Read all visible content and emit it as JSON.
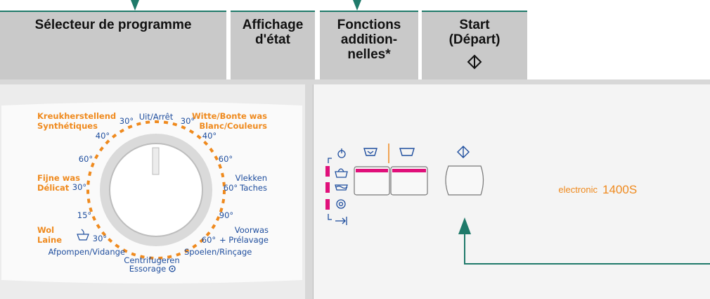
{
  "headers": [
    {
      "label": "Sélecteur de programme"
    },
    {
      "label": "Affichage\nd'état"
    },
    {
      "label": "Fonctions\naddition-\nnelles*"
    },
    {
      "label": "Start\n(Départ)"
    }
  ],
  "dial": {
    "off": "Uit/Arrêt",
    "prog_synth_nl": "Kreukherstellend",
    "prog_synth_fr": "Synthétiques",
    "prog_white_nl": "Witte/Bonte was",
    "prog_white_fr": "Blanc/Couleurs",
    "prog_fine_nl": "Fijne was",
    "prog_fine_fr": "Délicat",
    "prog_stain_nl": "Vlekken",
    "prog_stain_fr": "Taches",
    "prog_wool_nl": "Wol",
    "prog_wool_fr": "Laine",
    "prog_prewash_nl": "Voorwas",
    "prog_prewash_fr": "+ Prélavage",
    "prog_drain": "Afpompen/Vidange",
    "prog_spin_nl": "Centrifugeren",
    "prog_spin_fr": "Essorage",
    "prog_rinse": "Spoelen/Rinçage",
    "t30a": "30°",
    "t40a": "40°",
    "t60a": "60°",
    "t30b": "30°",
    "t15": "15°",
    "t30c": "30°",
    "t30d": "30°",
    "t40b": "40°",
    "t60b": "60°",
    "t60c": "60°",
    "t90": "90°",
    "t60d": "60°"
  },
  "brand": {
    "prefix": "electronic",
    "model": "1400S"
  },
  "colors": {
    "accent_orange": "#ef8a1e",
    "text_blue": "#1f4e9e",
    "magenta": "#e0107a",
    "teal": "#1f7a6a"
  }
}
